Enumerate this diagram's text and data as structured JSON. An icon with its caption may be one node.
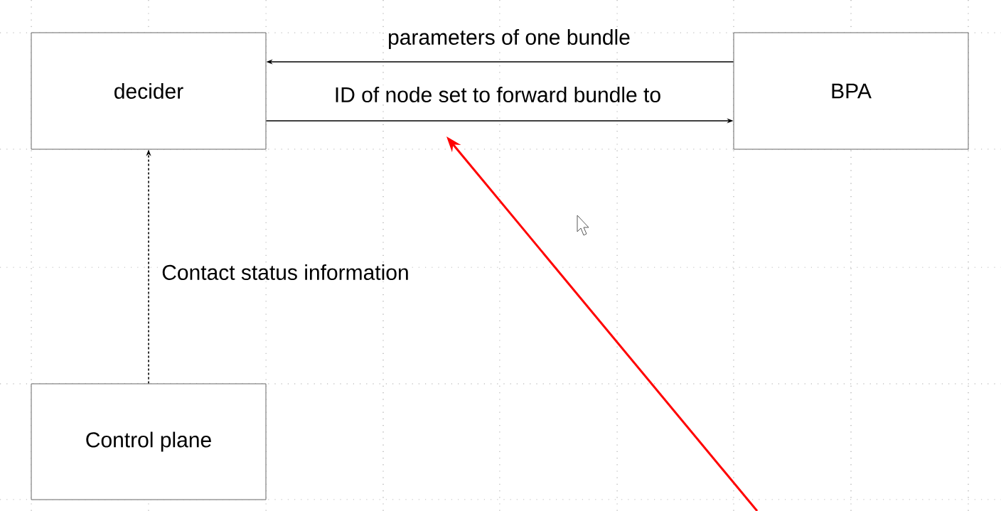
{
  "diagram": {
    "nodes": [
      {
        "text": [
          "decider"
        ]
      },
      {
        "text": [
          "BPA"
        ]
      },
      {
        "text": [
          "Control plane"
        ]
      }
    ],
    "edges": [
      {
        "from": 1,
        "to": 0,
        "arrow": "to",
        "label": "parameters of one bundle"
      },
      {
        "from": 0,
        "to": 1,
        "arrow": "to",
        "label": "ID of node set to forward bundle to"
      },
      {
        "from": 2,
        "to": 0,
        "arrow": "to",
        "label": "Contact status information",
        "style": "dashed"
      }
    ]
  }
}
